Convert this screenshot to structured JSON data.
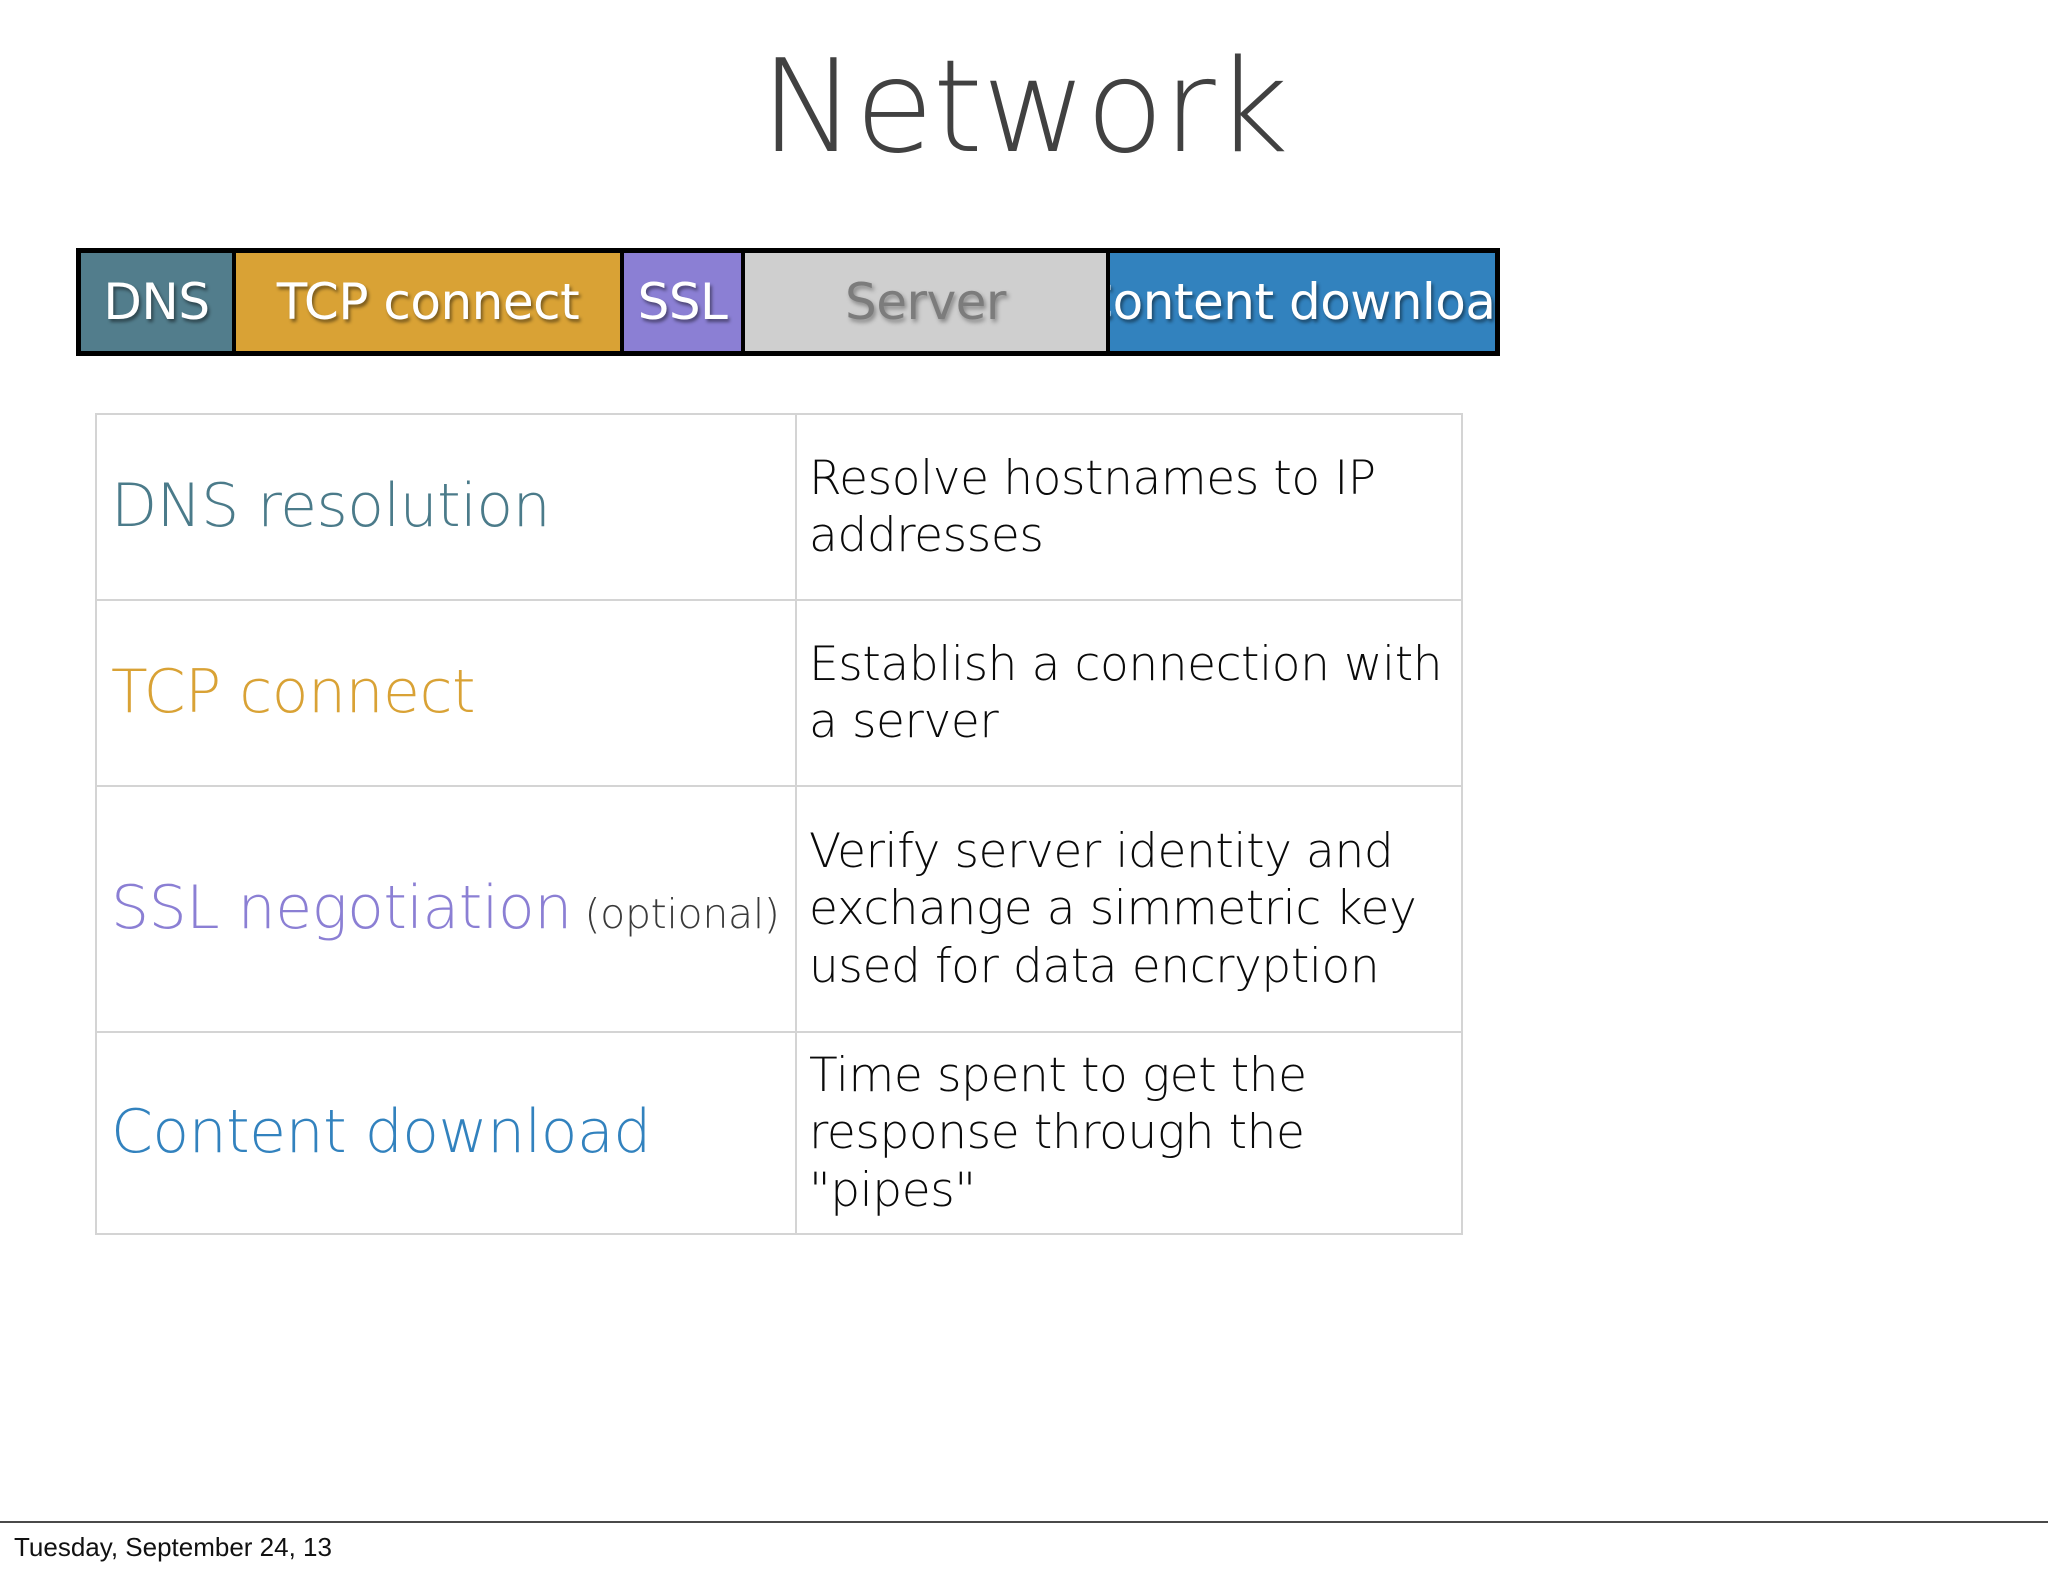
{
  "slide": {
    "title": "Network"
  },
  "timeline": {
    "name": "network-phase-timeline",
    "segments": [
      {
        "id": "dns",
        "label": "DNS",
        "color": "#527D8C",
        "text_color": "#FFFFFF"
      },
      {
        "id": "tcp",
        "label": "TCP connect",
        "color": "#D9A235",
        "text_color": "#FFFFFF"
      },
      {
        "id": "ssl",
        "label": "SSL",
        "color": "#8B7FD4",
        "text_color": "#FFFFFF"
      },
      {
        "id": "server",
        "label": "Server",
        "color": "#CFCFCF",
        "text_color": "#7C7C7C"
      },
      {
        "id": "content",
        "label": "Content download",
        "color": "#3282BE",
        "text_color": "#FFFFFF"
      }
    ]
  },
  "table": {
    "rows": [
      {
        "id": "dns",
        "label": "DNS resolution",
        "label_note": "",
        "label_color": "#4B7B8A",
        "description": "Resolve hostnames to IP addresses"
      },
      {
        "id": "tcp",
        "label": "TCP connect",
        "label_note": "",
        "label_color": "#D9A235",
        "description": "Establish a connection with a server"
      },
      {
        "id": "ssl",
        "label": "SSL negotiation",
        "label_note": "(optional)",
        "label_color": "#8B7FD4",
        "description": "Verify server identity and exchange a simmetric key used for data encryption"
      },
      {
        "id": "content",
        "label": "Content download",
        "label_note": "",
        "label_color": "#3282BE",
        "description": "Time spent to get the response through the \"pipes\""
      }
    ]
  },
  "footer": {
    "date": "Tuesday, September 24, 13"
  }
}
